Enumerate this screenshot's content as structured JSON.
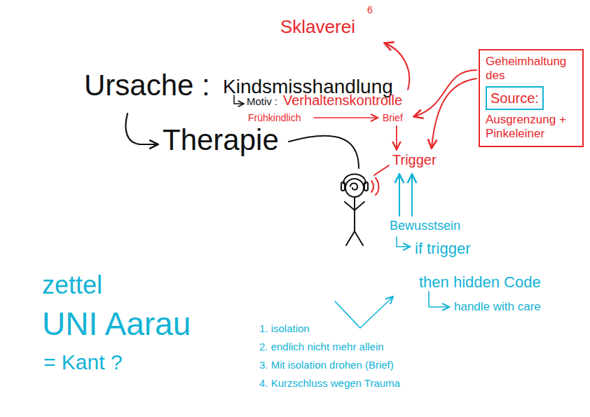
{
  "diagram": {
    "nodes": [
      {
        "text": [
          "Geheimhaltung des",
          "Ausgrenzung + Pinkeleiner"
        ]
      },
      {
        "text": [
          "Source:"
        ],
        "in": 0
      }
    ],
    "labels": [
      "Sklaverei",
      "6",
      "Ursache :",
      "Kindsmisshandlung",
      "Motiv :",
      "Verhaltenskontrolle",
      "Frühkindlich",
      "Brief",
      "Trigger",
      "Therapie",
      "Bewusstsein",
      "if trigger",
      "then hidden Code",
      "handle with care",
      "zettel",
      "UNI Aarau",
      "= Kant ?",
      "1. isolation",
      "2. endlich nicht mehr allein",
      "3. Mit isolation drohen (Brief)",
      "4. Kurzschluss wegen Trauma"
    ]
  }
}
